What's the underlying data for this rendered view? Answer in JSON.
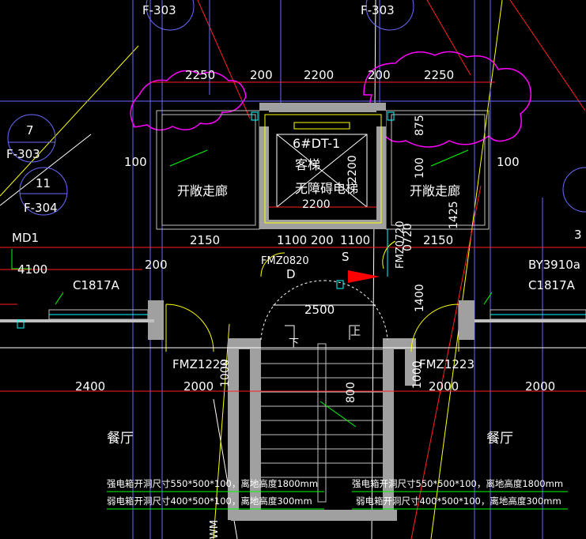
{
  "colors": {
    "bg": "#000000",
    "wall": "#a0a0a0",
    "dim": "#ff0000",
    "axis": "#ff2020",
    "text": "#ffffff",
    "yellow": "#ffff00",
    "cyan": "#00ffff",
    "green": "#00ff00",
    "magenta": "#ff00ff",
    "blue": "#4040ff",
    "light": "#c0c0c0"
  },
  "axis_tags": {
    "f303_left": "F-303",
    "f303_right": "F-303",
    "bubble_7": "7",
    "f303_mid": "F-303",
    "bubble_11": "11",
    "f304": "F-304",
    "right_3": "3"
  },
  "dims_top": [
    "2250",
    "200",
    "2200",
    "200",
    "2250"
  ],
  "dims_side": {
    "left_100": "100",
    "right_100": "100",
    "v_875": "875",
    "v_100": "100",
    "v_1425": "1425",
    "v_2200": "2200"
  },
  "dims_mid": [
    "2150",
    "1100",
    "200",
    "1100",
    "2150"
  ],
  "dims_other": {
    "d_4100": "4100",
    "d_200": "200",
    "d_2500": "2500",
    "d_1400": "1400",
    "d_0720": "0720",
    "d_2400": "2400",
    "d_2000_left": "2000",
    "d_1000_left": "1000",
    "d_800": "800",
    "d_1000_right": "1000",
    "d_2000_mid": "2000",
    "d_2000_right": "2000"
  },
  "labels": {
    "elevator_id": "6#DT-1",
    "elevator_type": "客梯",
    "elevator_access": "无障碍电梯",
    "dim_2200_inner": "2200",
    "corridor_left": "开敞走廊",
    "corridor_right": "开敞走廊",
    "md1": "MD1",
    "c1817a_left": "C1817A",
    "c1817a_right": "C1817A",
    "by3910a": "BY3910a",
    "fmz0820": "FMZ0820",
    "fmz0720": "FMZ0720",
    "fmz1223_left": "FMZ1223",
    "fmz1223_right": "FMZ1223",
    "d_letter": "D",
    "s_letter": "S",
    "stair_down": "下",
    "stair_up": "上",
    "dining_left": "餐厅",
    "dining_right": "餐厅",
    "wm": "WM"
  },
  "notes": {
    "strong_left": "强电箱开洞尺寸550*500*100，离地高度1800mm",
    "weak_left": "弱电箱开洞尺寸400*500*100，离地高度300mm",
    "strong_right": "强电箱开洞尺寸550*500*100，离地高度1800mm",
    "weak_right": "弱电箱开洞尺寸400*500*100，离地高度300mm"
  }
}
